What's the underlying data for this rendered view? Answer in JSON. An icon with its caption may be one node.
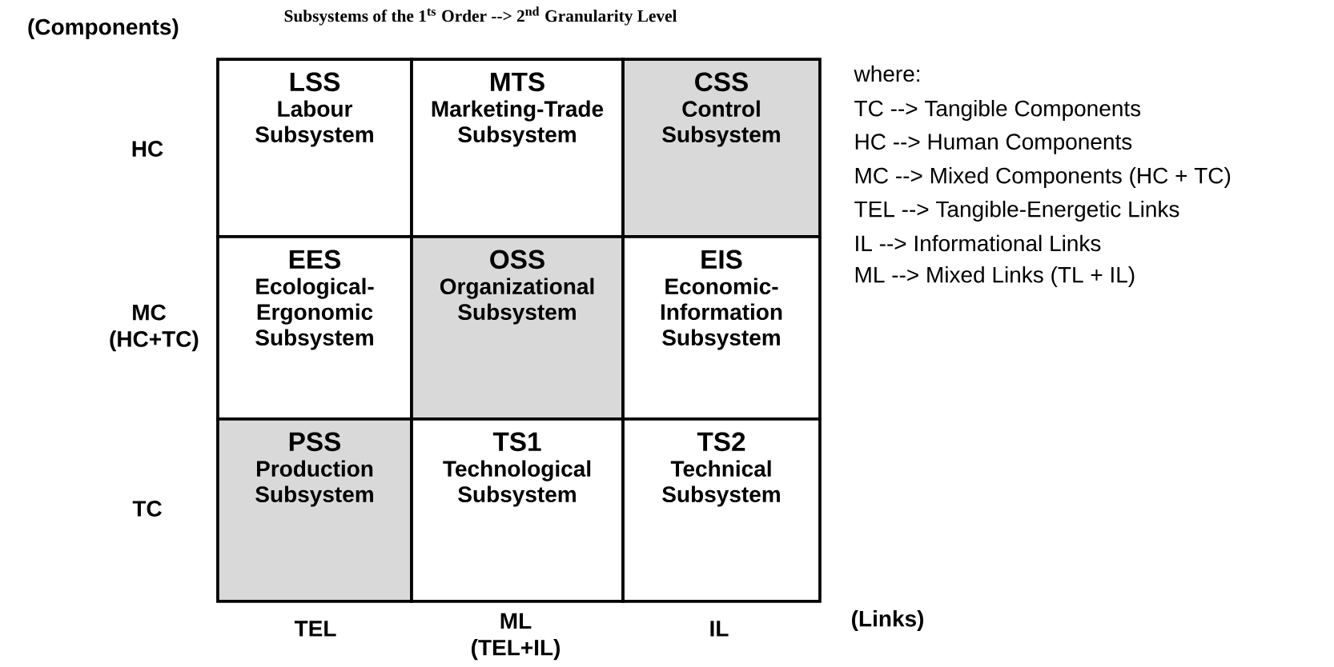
{
  "diagram": {
    "title": "Subsystems of the 1$^{ts}$ Order --> 2$^{nd}$ Granularity Level",
    "nodes": [
      {
        "text": [
          "LSS",
          "Labour Subsystem"
        ]
      },
      {
        "text": [
          "MTS",
          "Marketing-Trade Subsystem"
        ]
      },
      {
        "text": [
          "CSS",
          "Control Subsystem"
        ]
      },
      {
        "text": [
          "EES",
          "Ecological-Ergonomic Subsystem"
        ]
      },
      {
        "text": [
          "OSS",
          "Organizational Subsystem"
        ]
      },
      {
        "text": [
          "EIS",
          "Economic-Information Subsystem"
        ]
      },
      {
        "text": [
          "PSS",
          "Production Subsystem"
        ]
      },
      {
        "text": [
          "TS1",
          "Technological Subsystem"
        ]
      },
      {
        "text": [
          "TS2",
          "Technical Subsystem"
        ]
      }
    ],
    "edges": [],
    "labels": [
      "(Components)",
      "HC",
      "MC (HC+TC)",
      "TC",
      "TEL",
      "ML (TEL+IL)",
      "IL",
      "(Links)",
      "where:",
      "TC --> Tangible Components",
      "HC --> Human Components",
      "MC --> Mixed Components (HC + TC)",
      "TEL --> Tangible-Energetic Links",
      "IL --> Informational Links",
      "ML --> Mixed Links (TL + IL)"
    ]
  }
}
